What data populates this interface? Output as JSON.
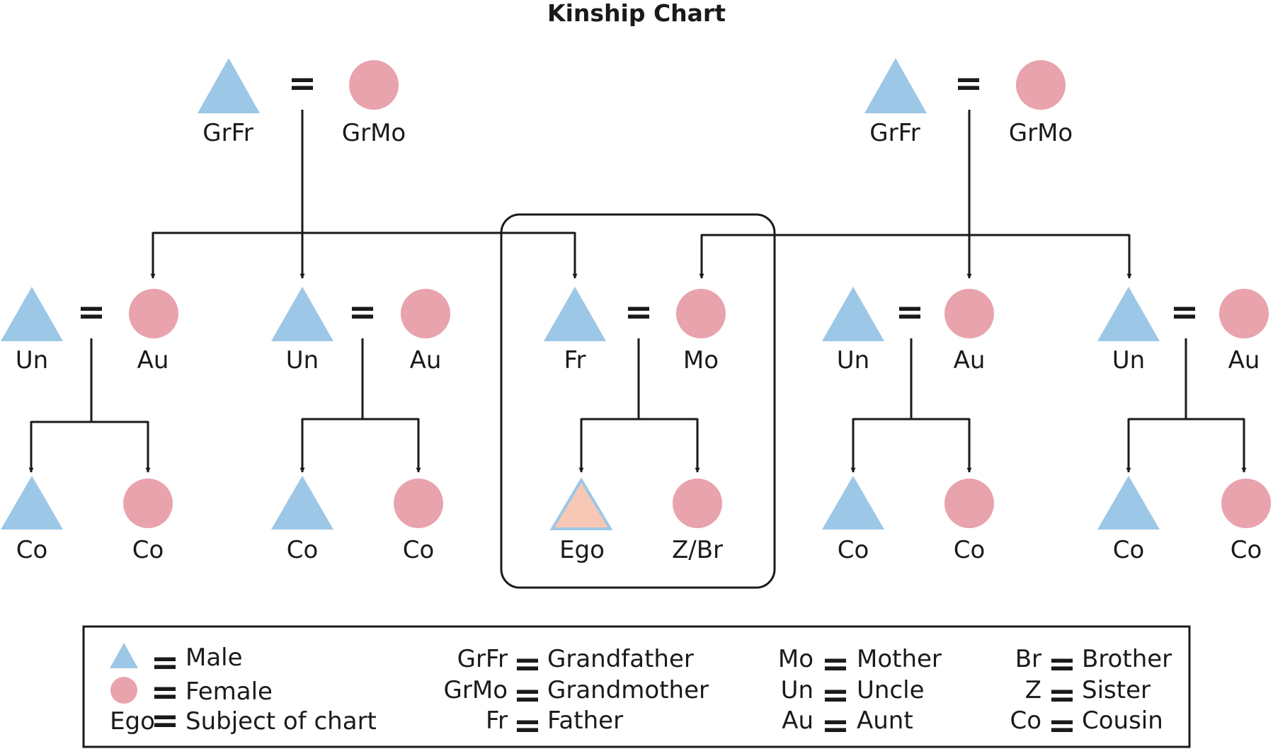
{
  "title": "Kinship Chart",
  "colors": {
    "male": "#9dc7e6",
    "female": "#e8a3ac",
    "ego": "#f6c8b5",
    "line": "#1a1a1a"
  },
  "symbols": {
    "marriage": "="
  },
  "generation1": {
    "left": {
      "grandfather": "GrFr",
      "grandmother": "GrMo"
    },
    "right": {
      "grandfather": "GrFr",
      "grandmother": "GrMo"
    }
  },
  "generation2": [
    {
      "male": "Un",
      "female": "Au"
    },
    {
      "male": "Un",
      "female": "Au"
    },
    {
      "male": "Fr",
      "female": "Mo"
    },
    {
      "male": "Un",
      "female": "Au"
    },
    {
      "male": "Un",
      "female": "Au"
    }
  ],
  "generation3": [
    {
      "male": "Co",
      "female": "Co"
    },
    {
      "male": "Co",
      "female": "Co"
    },
    {
      "male": "Ego",
      "female": "Z/Br"
    },
    {
      "male": "Co",
      "female": "Co"
    },
    {
      "male": "Co",
      "female": "Co"
    }
  ],
  "legend": {
    "symbols": [
      {
        "symbol": "male-triangle",
        "meaning": "Male"
      },
      {
        "symbol": "female-circle",
        "meaning": "Female"
      },
      {
        "symbol": "Ego",
        "meaning": "Subject of chart"
      }
    ],
    "col2": [
      {
        "abbr": "GrFr",
        "meaning": "Grandfather"
      },
      {
        "abbr": "GrMo",
        "meaning": "Grandmother"
      },
      {
        "abbr": "Fr",
        "meaning": "Father"
      }
    ],
    "col3": [
      {
        "abbr": "Mo",
        "meaning": "Mother"
      },
      {
        "abbr": "Un",
        "meaning": "Uncle"
      },
      {
        "abbr": "Au",
        "meaning": "Aunt"
      }
    ],
    "col4": [
      {
        "abbr": "Br",
        "meaning": "Brother"
      },
      {
        "abbr": "Z",
        "meaning": "Sister"
      },
      {
        "abbr": "Co",
        "meaning": "Cousin"
      }
    ]
  }
}
